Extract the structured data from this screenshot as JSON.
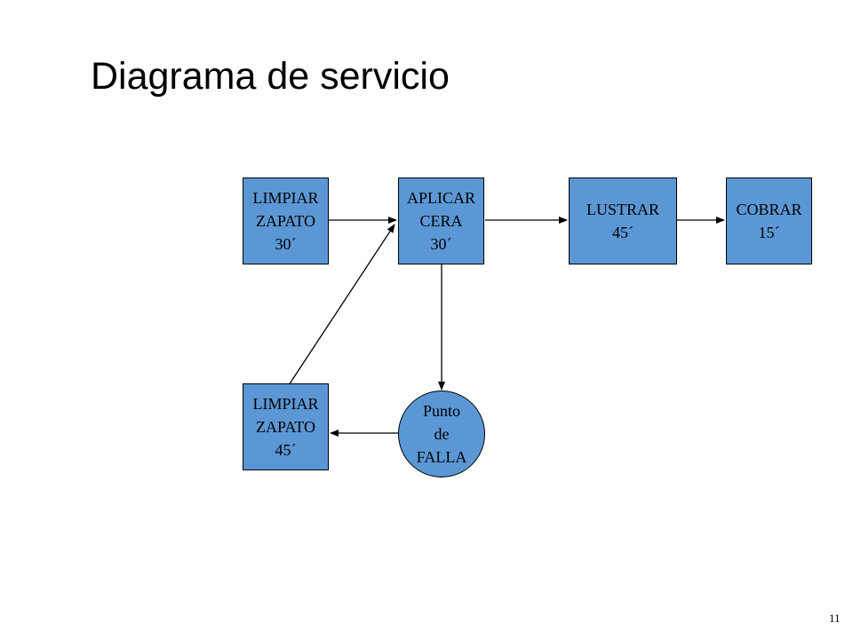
{
  "title": "Diagrama de servicio",
  "page_number": "11",
  "colors": {
    "box_fill": "#5b97d5",
    "border": "#000000"
  },
  "nodes": {
    "limpiar_30": {
      "lines": [
        "LIMPIAR",
        "ZAPATO",
        "30´"
      ]
    },
    "aplicar_cera": {
      "lines": [
        "APLICAR",
        "CERA",
        "30´"
      ]
    },
    "lustrar": {
      "lines": [
        "LUSTRAR",
        "45´"
      ]
    },
    "cobrar": {
      "lines": [
        "COBRAR",
        "15´"
      ]
    },
    "limpiar_45": {
      "lines": [
        "LIMPIAR",
        "ZAPATO",
        "45´"
      ]
    },
    "punto_falla": {
      "lines": [
        "Punto",
        "de",
        "FALLA"
      ]
    }
  },
  "edges": [
    {
      "from": "limpiar_30",
      "to": "aplicar_cera"
    },
    {
      "from": "aplicar_cera",
      "to": "lustrar"
    },
    {
      "from": "lustrar",
      "to": "cobrar"
    },
    {
      "from": "aplicar_cera",
      "to": "punto_falla"
    },
    {
      "from": "punto_falla",
      "to": "limpiar_45"
    },
    {
      "from": "limpiar_45",
      "to": "aplicar_cera"
    }
  ]
}
